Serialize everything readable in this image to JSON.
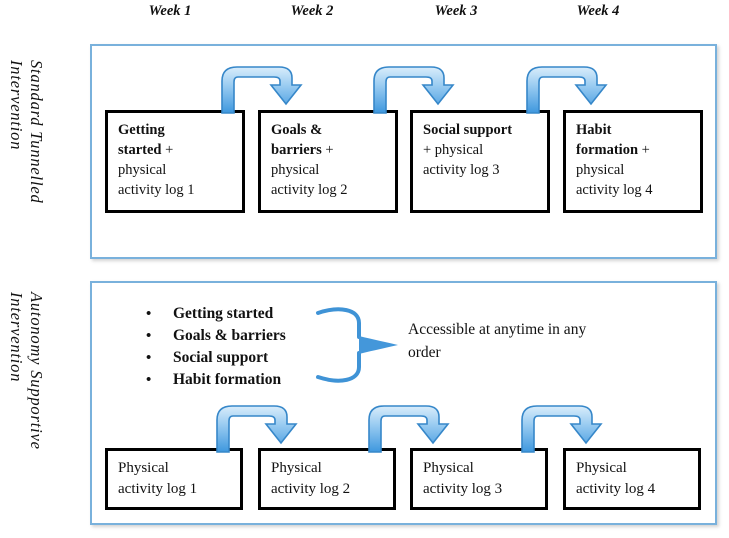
{
  "week_labels": [
    "Week 1",
    "Week 2",
    "Week 3",
    "Week 4"
  ],
  "standard_intervention": {
    "side_label_lines": [
      "Standard Tunnelled",
      "Intervention"
    ],
    "module_boxes": [
      {
        "lines": [
          [
            {
              "text": "Getting",
              "bold": true
            }
          ],
          [
            {
              "text": "started",
              "bold": true
            },
            {
              "text": " +",
              "bold": false
            }
          ],
          [
            {
              "text": "physical",
              "bold": false
            }
          ],
          [
            {
              "text": "activity log 1",
              "bold": false
            }
          ]
        ]
      },
      {
        "lines": [
          [
            {
              "text": "Goals &",
              "bold": true
            }
          ],
          [
            {
              "text": "barriers",
              "bold": true
            },
            {
              "text": " +",
              "bold": false
            }
          ],
          [
            {
              "text": "physical",
              "bold": false
            }
          ],
          [
            {
              "text": "activity log 2",
              "bold": false
            }
          ]
        ]
      },
      {
        "lines": [
          [
            {
              "text": "Social support",
              "bold": true
            }
          ],
          [
            {
              "text": "+ physical",
              "bold": false
            }
          ],
          [
            {
              "text": "activity log 3",
              "bold": false
            }
          ]
        ]
      },
      {
        "lines": [
          [
            {
              "text": "Habit",
              "bold": true
            }
          ],
          [
            {
              "text": "formation",
              "bold": true
            },
            {
              "text": " +",
              "bold": false
            }
          ],
          [
            {
              "text": "physical",
              "bold": false
            }
          ],
          [
            {
              "text": "activity log 4",
              "bold": false
            }
          ]
        ]
      }
    ]
  },
  "autonomy_intervention": {
    "side_label_lines": [
      "Autonomy Supportive",
      "Intervention"
    ],
    "module_bullets": [
      "Getting started",
      "Goals & barriers",
      "Social support",
      "Habit formation"
    ],
    "annotation_lines": [
      "Accessible at anytime in any",
      "order"
    ],
    "log_boxes": [
      {
        "lines": [
          [
            {
              "text": "Physical",
              "bold": false
            }
          ],
          [
            {
              "text": "activity log 1",
              "bold": false
            }
          ]
        ]
      },
      {
        "lines": [
          [
            {
              "text": "Physical",
              "bold": false
            }
          ],
          [
            {
              "text": "activity log 2",
              "bold": false
            }
          ]
        ]
      },
      {
        "lines": [
          [
            {
              "text": "Physical",
              "bold": false
            }
          ],
          [
            {
              "text": "activity log 3",
              "bold": false
            }
          ]
        ]
      },
      {
        "lines": [
          [
            {
              "text": "Physical",
              "bold": false
            }
          ],
          [
            {
              "text": "activity log 4",
              "bold": false
            }
          ]
        ]
      }
    ]
  },
  "colors": {
    "frame_border": "#79b1dc",
    "box_border": "#000000",
    "arrow_fill_light": "#d9edfb",
    "arrow_fill_dark": "#3e97de",
    "arrow_stroke": "#3687c9",
    "brace_blue": "#3f93d6",
    "text": "#111111"
  }
}
